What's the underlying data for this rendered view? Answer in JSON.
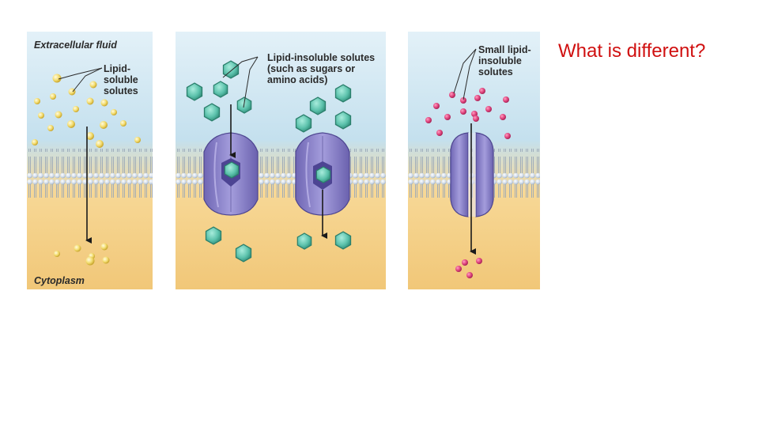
{
  "slide": {
    "question": "What is different?"
  },
  "panels": [
    {
      "labels": {
        "top_region": "Extracellular fluid",
        "bottom_region": "Cytoplasm",
        "solute": "Lipid-\nsoluble\nsolutes"
      }
    },
    {
      "labels": {
        "solute": "Lipid-insoluble solutes\n(such as sugars or\namino acids)"
      }
    },
    {
      "labels": {
        "solute": "Small lipid-\ninsoluble\nsolutes"
      }
    }
  ],
  "colors": {
    "extracellular": "#cfe6f2",
    "cytoplasm": "#f6cf86",
    "membrane_head": "#c9d6e6",
    "protein": "#8e86cc",
    "hexagon": "#5cc2ac",
    "yellow_solute": "#f3dc6e",
    "pink_solute": "#e0457e",
    "question_text": "#d01010"
  },
  "icons": [
    "yellow-circle-solute-icon",
    "teal-hexagon-solute-icon",
    "pink-dot-solute-icon",
    "downward-arrow-icon"
  ]
}
